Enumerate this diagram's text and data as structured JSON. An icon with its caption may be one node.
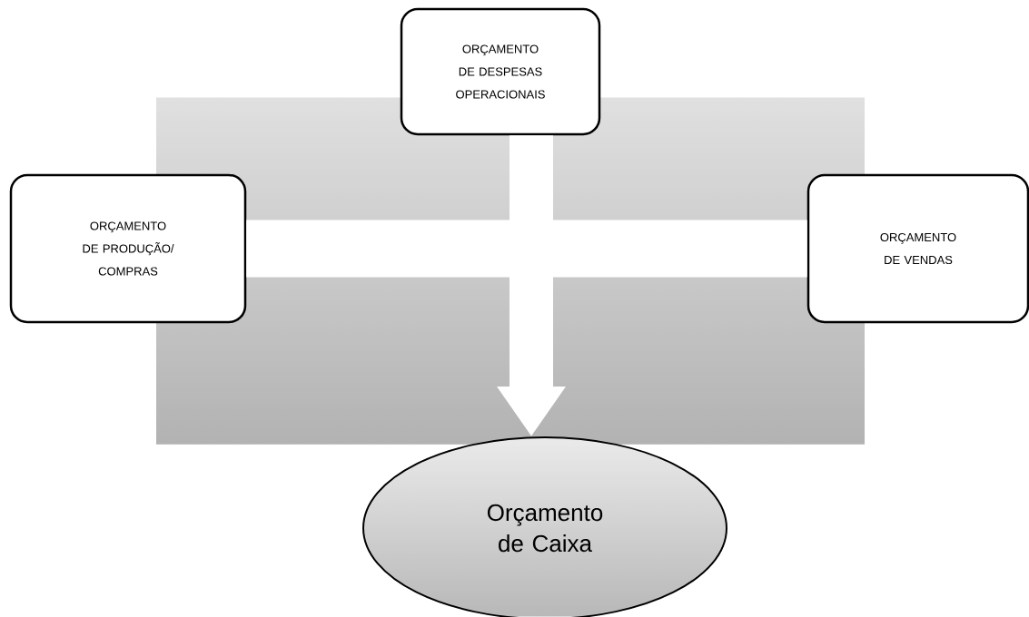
{
  "diagram": {
    "nodes": [
      {
        "text": [
          "ORÇAMENTO DE DESPESAS OPERACIONAIS"
        ]
      },
      {
        "text": [
          "ORÇAMENTO DE PRODUÇÃO/ COMPRAS"
        ]
      },
      {
        "text": [
          "ORÇAMENTO DE VENDAS"
        ]
      },
      {
        "text": [
          "Orçamento de Caixa"
        ]
      }
    ],
    "edges": [
      {
        "from": 1,
        "to": 2,
        "arrow": "none"
      },
      {
        "from": 0,
        "to": 3,
        "arrow": "to"
      }
    ]
  }
}
